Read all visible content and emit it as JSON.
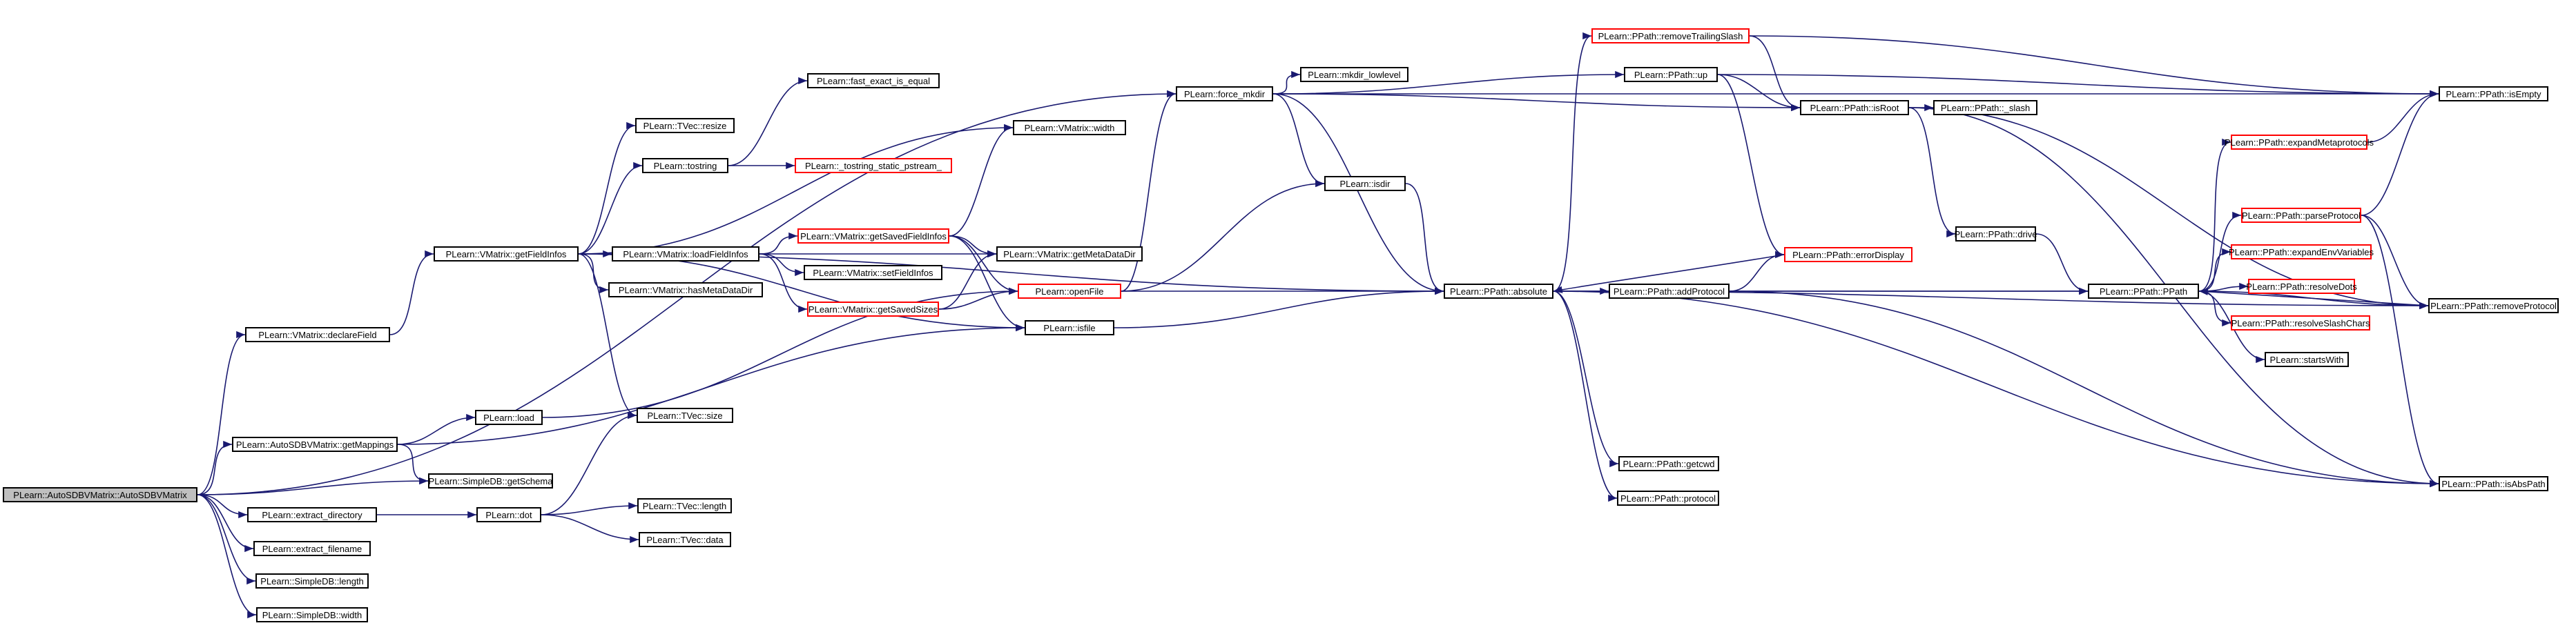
{
  "graph": {
    "root": "n0",
    "colors": {
      "edge": "#191970",
      "node_border": "#000000",
      "truncated_border": "#ff0000",
      "root_fill": "#bfbfbf"
    },
    "nodes": [
      {
        "id": "n0",
        "label": "PLearn::AutoSDBVMatrix::AutoSDBVMatrix",
        "root": true
      },
      {
        "id": "n1",
        "label": "PLearn::VMatrix::declareField"
      },
      {
        "id": "n2",
        "label": "PLearn::AutoSDBVMatrix::getMappings"
      },
      {
        "id": "n3",
        "label": "PLearn::SimpleDB::getSchema"
      },
      {
        "id": "n4",
        "label": "PLearn::extract_directory"
      },
      {
        "id": "n5",
        "label": "PLearn::extract_filename"
      },
      {
        "id": "n6",
        "label": "PLearn::SimpleDB::length"
      },
      {
        "id": "n7",
        "label": "PLearn::SimpleDB::width"
      },
      {
        "id": "n8",
        "label": "PLearn::VMatrix::getFieldInfos"
      },
      {
        "id": "n9",
        "label": "PLearn::load"
      },
      {
        "id": "n10",
        "label": "PLearn::dot"
      },
      {
        "id": "n11",
        "label": "PLearn::TVec::resize"
      },
      {
        "id": "n12",
        "label": "PLearn::tostring"
      },
      {
        "id": "n13",
        "label": "PLearn::VMatrix::loadFieldInfos"
      },
      {
        "id": "n14",
        "label": "PLearn::VMatrix::hasMetaDataDir"
      },
      {
        "id": "n15",
        "label": "PLearn::TVec::size"
      },
      {
        "id": "n16",
        "label": "PLearn::TVec::length"
      },
      {
        "id": "n17",
        "label": "PLearn::TVec::data"
      },
      {
        "id": "n18",
        "label": "PLearn::fast_exact_is_equal"
      },
      {
        "id": "n19",
        "label": "PLearn::_tostring_static_pstream_",
        "truncated": true
      },
      {
        "id": "n20",
        "label": "PLearn::VMatrix::getSavedFieldInfos",
        "truncated": true
      },
      {
        "id": "n21",
        "label": "PLearn::VMatrix::setFieldInfos"
      },
      {
        "id": "n22",
        "label": "PLearn::VMatrix::getSavedSizes",
        "truncated": true
      },
      {
        "id": "n23",
        "label": "PLearn::VMatrix::width"
      },
      {
        "id": "n24",
        "label": "PLearn::VMatrix::getMetaDataDir"
      },
      {
        "id": "n25",
        "label": "PLearn::openFile",
        "truncated": true
      },
      {
        "id": "n26",
        "label": "PLearn::isfile"
      },
      {
        "id": "n27",
        "label": "PLearn::force_mkdir"
      },
      {
        "id": "n28",
        "label": "PLearn::mkdir_lowlevel"
      },
      {
        "id": "n29",
        "label": "PLearn::isdir"
      },
      {
        "id": "n30",
        "label": "PLearn::PPath::absolute"
      },
      {
        "id": "n31",
        "label": "PLearn::PPath::removeTrailingSlash",
        "truncated": true
      },
      {
        "id": "n32",
        "label": "PLearn::PPath::up"
      },
      {
        "id": "n33",
        "label": "PLearn::PPath::isRoot"
      },
      {
        "id": "n34",
        "label": "PLearn::PPath::_slash"
      },
      {
        "id": "n35",
        "label": "PLearn::PPath::errorDisplay",
        "truncated": true
      },
      {
        "id": "n36",
        "label": "PLearn::PPath::addProtocol"
      },
      {
        "id": "n37",
        "label": "PLearn::PPath::drive"
      },
      {
        "id": "n38",
        "label": "PLearn::PPath::getcwd"
      },
      {
        "id": "n39",
        "label": "PLearn::PPath::protocol"
      },
      {
        "id": "n40",
        "label": "PLearn::PPath::PPath"
      },
      {
        "id": "n41",
        "label": "PLearn::PPath::expandMetaprotocols",
        "truncated": true
      },
      {
        "id": "n42",
        "label": "PLearn::PPath::parseProtocol",
        "truncated": true
      },
      {
        "id": "n43",
        "label": "PLearn::PPath::expandEnvVariables",
        "truncated": true
      },
      {
        "id": "n44",
        "label": "PLearn::PPath::resolveDots",
        "truncated": true
      },
      {
        "id": "n45",
        "label": "PLearn::PPath::resolveSlashChars",
        "truncated": true
      },
      {
        "id": "n46",
        "label": "PLearn::startsWith"
      },
      {
        "id": "n47",
        "label": "PLearn::PPath::isEmpty"
      },
      {
        "id": "n48",
        "label": "PLearn::PPath::removeProtocol"
      },
      {
        "id": "n49",
        "label": "PLearn::PPath::isAbsPath"
      }
    ],
    "edges": [
      [
        "n0",
        "n1"
      ],
      [
        "n0",
        "n2"
      ],
      [
        "n0",
        "n3"
      ],
      [
        "n0",
        "n4"
      ],
      [
        "n0",
        "n5"
      ],
      [
        "n0",
        "n6"
      ],
      [
        "n0",
        "n7"
      ],
      [
        "n0",
        "n27"
      ],
      [
        "n1",
        "n8"
      ],
      [
        "n2",
        "n9"
      ],
      [
        "n2",
        "n3"
      ],
      [
        "n2",
        "n26"
      ],
      [
        "n4",
        "n10"
      ],
      [
        "n8",
        "n11"
      ],
      [
        "n8",
        "n12"
      ],
      [
        "n8",
        "n13"
      ],
      [
        "n8",
        "n14"
      ],
      [
        "n8",
        "n15"
      ],
      [
        "n8",
        "n23"
      ],
      [
        "n8",
        "n24"
      ],
      [
        "n8",
        "n26"
      ],
      [
        "n8",
        "n30"
      ],
      [
        "n9",
        "n25"
      ],
      [
        "n10",
        "n15"
      ],
      [
        "n10",
        "n16"
      ],
      [
        "n10",
        "n17"
      ],
      [
        "n12",
        "n18"
      ],
      [
        "n12",
        "n19"
      ],
      [
        "n13",
        "n20"
      ],
      [
        "n13",
        "n21"
      ],
      [
        "n13",
        "n22"
      ],
      [
        "n20",
        "n23"
      ],
      [
        "n20",
        "n24"
      ],
      [
        "n20",
        "n25"
      ],
      [
        "n20",
        "n26"
      ],
      [
        "n22",
        "n24"
      ],
      [
        "n22",
        "n25"
      ],
      [
        "n25",
        "n27"
      ],
      [
        "n25",
        "n29"
      ],
      [
        "n25",
        "n30"
      ],
      [
        "n26",
        "n30"
      ],
      [
        "n27",
        "n28"
      ],
      [
        "n27",
        "n29"
      ],
      [
        "n27",
        "n30"
      ],
      [
        "n27",
        "n32"
      ],
      [
        "n27",
        "n33"
      ],
      [
        "n27",
        "n47"
      ],
      [
        "n29",
        "n30"
      ],
      [
        "n30",
        "n31"
      ],
      [
        "n30",
        "n36"
      ],
      [
        "n30",
        "n38"
      ],
      [
        "n30",
        "n39"
      ],
      [
        "n30",
        "n40"
      ],
      [
        "n30",
        "n48"
      ],
      [
        "n30",
        "n49"
      ],
      [
        "n31",
        "n33"
      ],
      [
        "n31",
        "n47"
      ],
      [
        "n32",
        "n33"
      ],
      [
        "n32",
        "n35"
      ],
      [
        "n32",
        "n47"
      ],
      [
        "n33",
        "n34"
      ],
      [
        "n33",
        "n37"
      ],
      [
        "n33",
        "n48"
      ],
      [
        "n33",
        "n49"
      ],
      [
        "n35",
        "n30"
      ],
      [
        "n36",
        "n35"
      ],
      [
        "n36",
        "n40"
      ],
      [
        "n36",
        "n49"
      ],
      [
        "n37",
        "n40"
      ],
      [
        "n40",
        "n41"
      ],
      [
        "n40",
        "n42"
      ],
      [
        "n40",
        "n43"
      ],
      [
        "n40",
        "n44"
      ],
      [
        "n40",
        "n45"
      ],
      [
        "n40",
        "n46"
      ],
      [
        "n40",
        "n48"
      ],
      [
        "n41",
        "n47"
      ],
      [
        "n42",
        "n47"
      ],
      [
        "n42",
        "n48"
      ],
      [
        "n42",
        "n49"
      ],
      [
        "n48",
        "n40"
      ]
    ]
  }
}
